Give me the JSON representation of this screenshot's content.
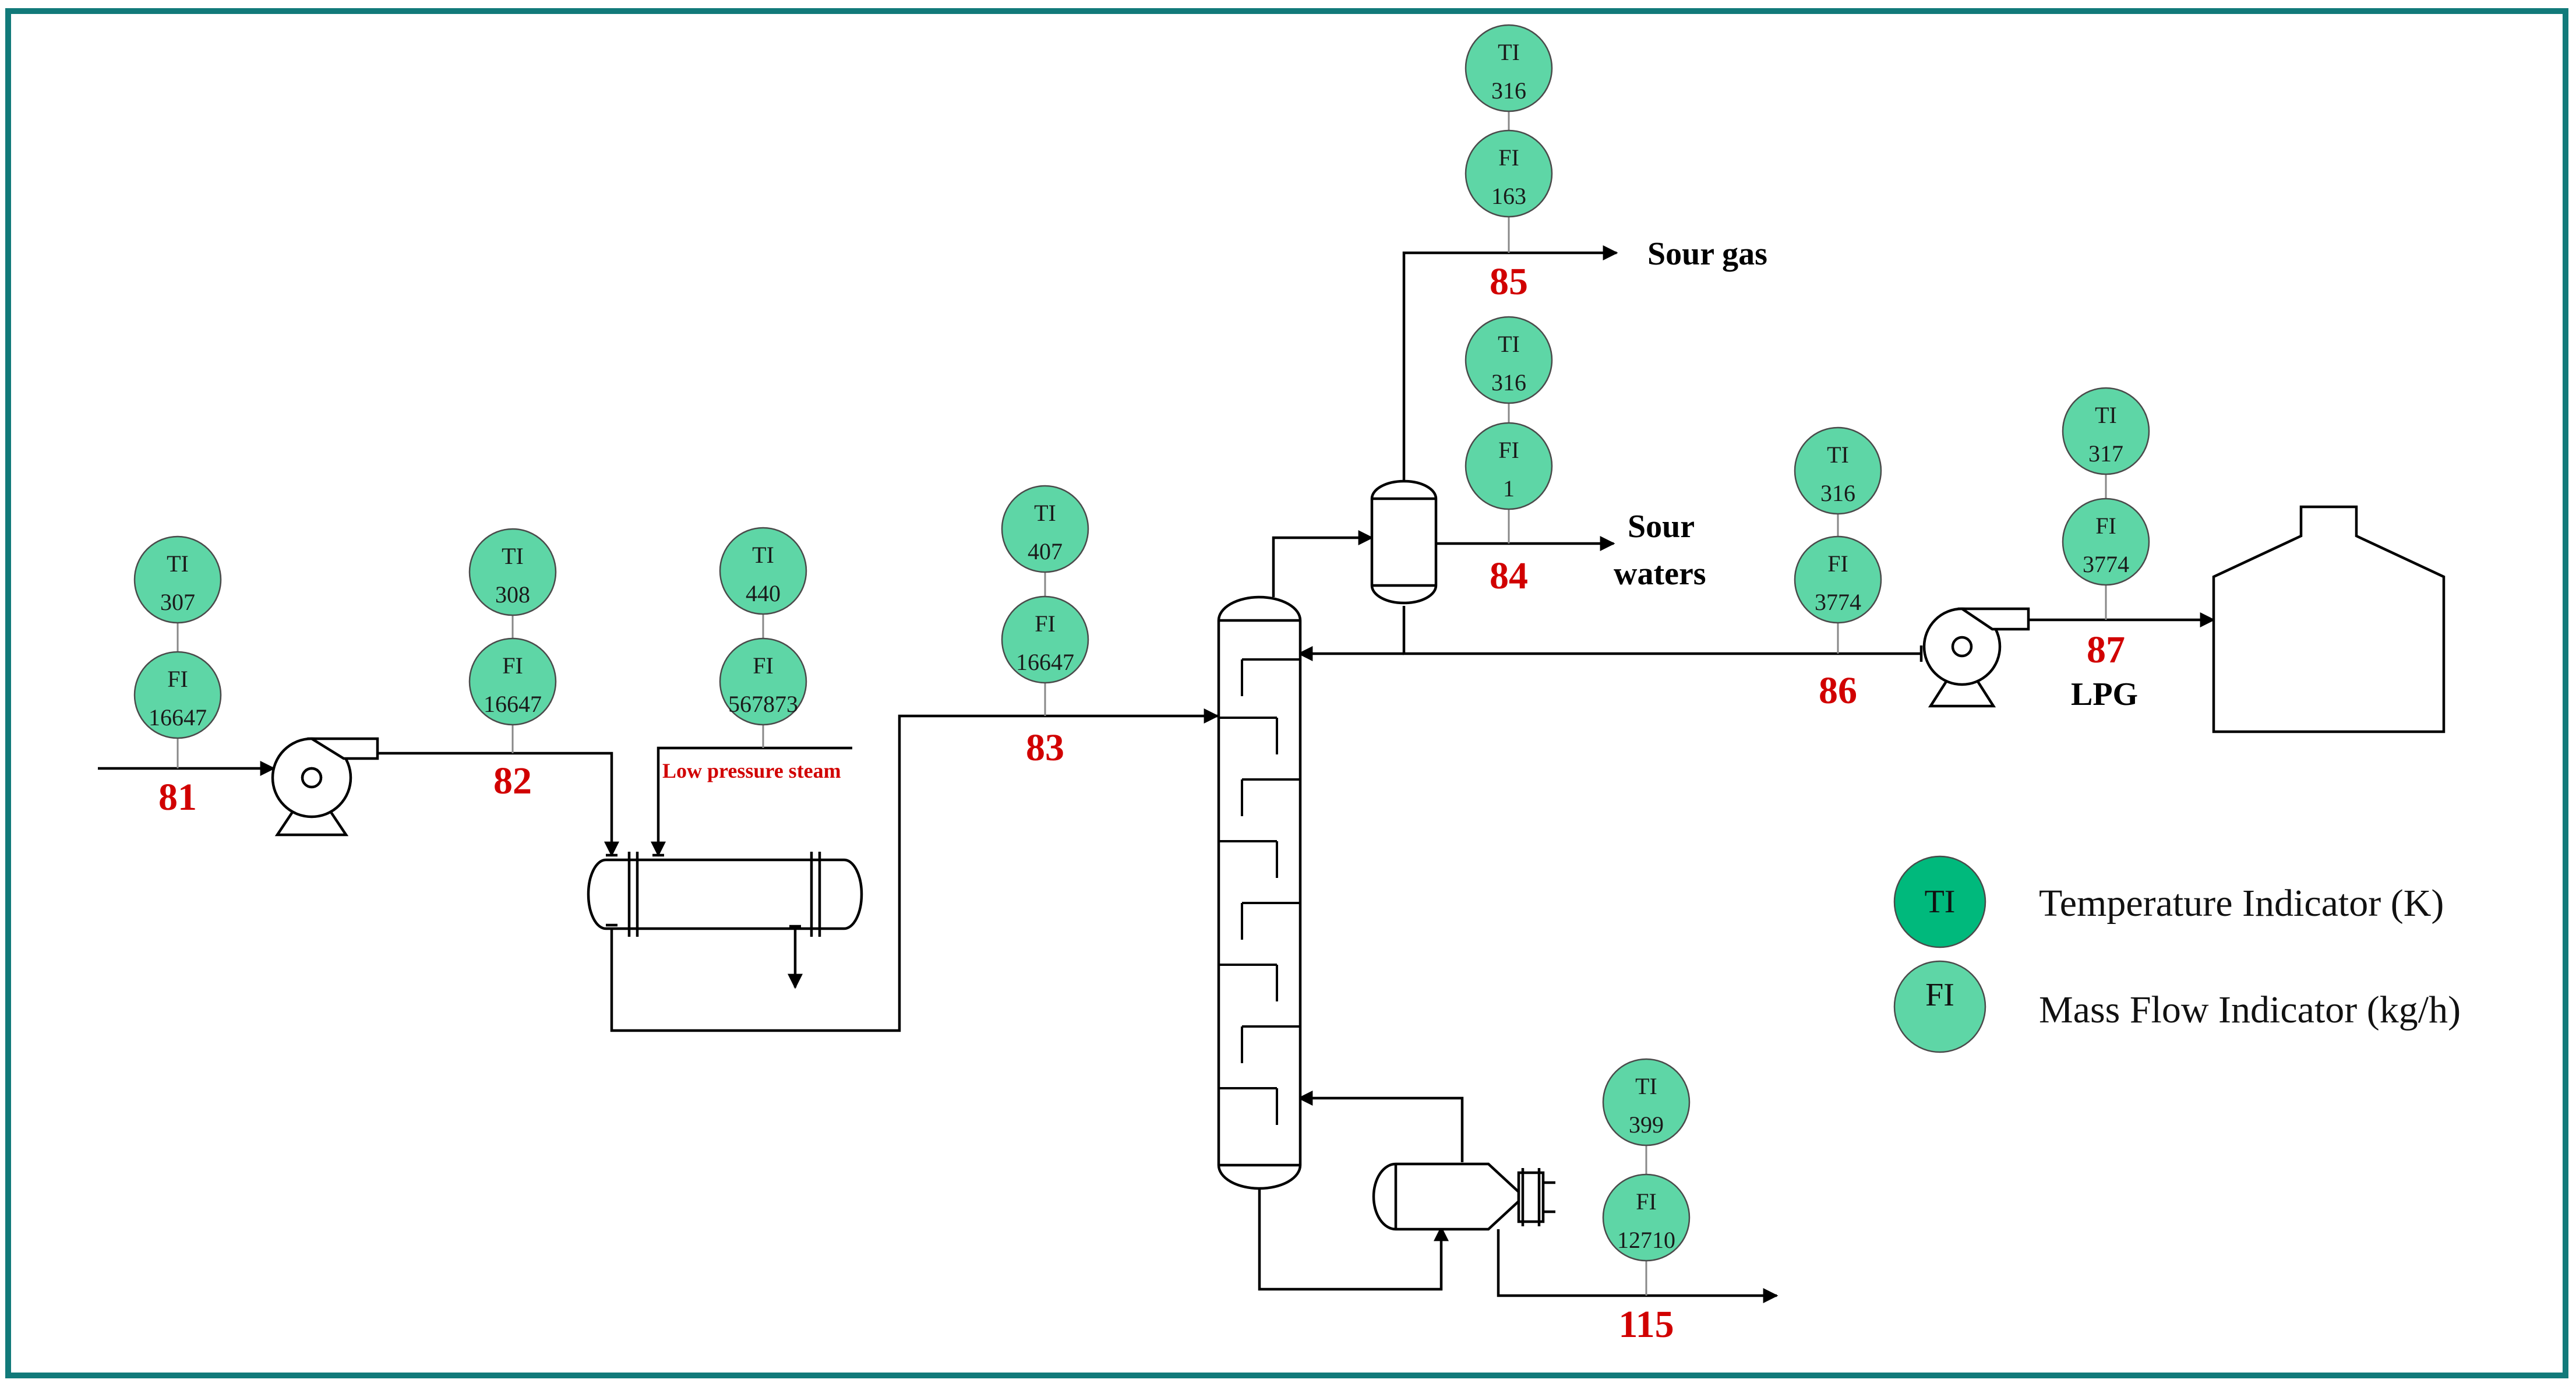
{
  "colors": {
    "frame": "#127a7a",
    "indicator_fill": "#5ed6a6",
    "legend_ti_fill": "#00b97c",
    "legend_fi_fill": "#5ed6a6",
    "stream_number": "#d10000"
  },
  "streams": [
    {
      "id": "81",
      "ti": {
        "tag": "TI",
        "value": "307"
      },
      "fi": {
        "tag": "FI",
        "value": "16647"
      }
    },
    {
      "id": "82",
      "ti": {
        "tag": "TI",
        "value": "308"
      },
      "fi": {
        "tag": "FI",
        "value": "16647"
      }
    },
    {
      "id": "steam",
      "ti": {
        "tag": "TI",
        "value": "440"
      },
      "fi": {
        "tag": "FI",
        "value": "567873"
      }
    },
    {
      "id": "83",
      "ti": {
        "tag": "TI",
        "value": "407"
      },
      "fi": {
        "tag": "FI",
        "value": "16647"
      }
    },
    {
      "id": "85",
      "ti": {
        "tag": "TI",
        "value": "316"
      },
      "fi": {
        "tag": "FI",
        "value": "163"
      }
    },
    {
      "id": "84",
      "ti": {
        "tag": "TI",
        "value": "316"
      },
      "fi": {
        "tag": "FI",
        "value": "1"
      }
    },
    {
      "id": "86",
      "ti": {
        "tag": "TI",
        "value": "316"
      },
      "fi": {
        "tag": "FI",
        "value": "3774"
      }
    },
    {
      "id": "87",
      "ti": {
        "tag": "TI",
        "value": "317"
      },
      "fi": {
        "tag": "FI",
        "value": "3774"
      }
    },
    {
      "id": "115",
      "ti": {
        "tag": "TI",
        "value": "399"
      },
      "fi": {
        "tag": "FI",
        "value": "12710"
      }
    }
  ],
  "stream_numbers": [
    "81",
    "82",
    "83",
    "84",
    "85",
    "86",
    "87",
    "115"
  ],
  "labels": {
    "steam": "Low pressure steam",
    "sour_gas": "Sour gas",
    "sour_waters_1": "Sour",
    "sour_waters_2": "waters",
    "lpg": "LPG"
  },
  "legend": [
    {
      "symbol": "TI",
      "text": "Temperature Indicator (K)"
    },
    {
      "symbol": "FI",
      "text": "Mass Flow Indicator (kg/h)"
    }
  ]
}
